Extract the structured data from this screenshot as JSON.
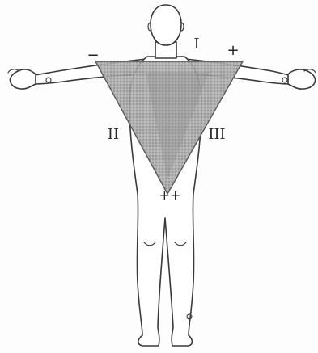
{
  "figure": {
    "lead_labels": {
      "lead_I": "I",
      "lead_II": "II",
      "lead_III": "III"
    },
    "polarity_signs": {
      "right_arm": "−",
      "left_arm": "+",
      "left_leg": "++"
    },
    "colors": {
      "triangle_fill": "#9a9a9a",
      "triangle_stroke": "#5a5a5a",
      "body_outline": "#3a3a3a",
      "background": "#fdfdfd"
    }
  }
}
